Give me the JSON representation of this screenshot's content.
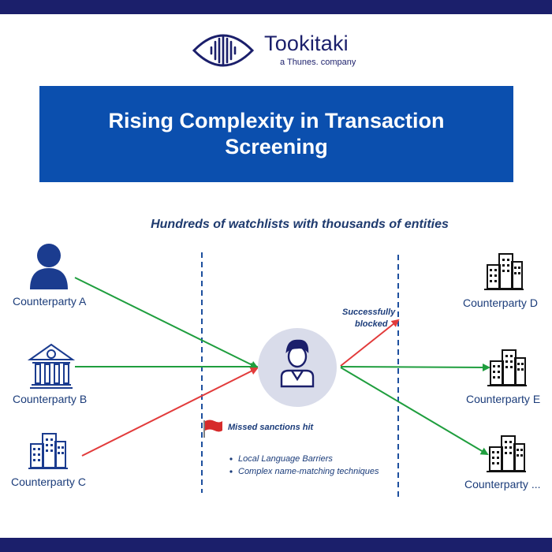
{
  "brand": {
    "name": "Tookitaki",
    "tagline": "a Thunes. company"
  },
  "title": "Rising Complexity in Transaction Screening",
  "subtitle": "Hundreds of watchlists with thousands of entities",
  "counterparties": {
    "a": "Counterparty A",
    "b": "Counterparty B",
    "c": "Counterparty C",
    "d": "Counterparty D",
    "e": "Counterparty E",
    "f": "Counterparty ..."
  },
  "notes": {
    "blocked_line1": "Successfully",
    "blocked_line2": "blocked",
    "missed": "Missed sanctions hit",
    "bullets": [
      "Local Language Barriers",
      "Complex name-matching techniques"
    ]
  },
  "colors": {
    "brand_navy": "#1b1f6b",
    "title_blue": "#0b4fae",
    "green_arrow": "#1f9e3e",
    "red_arrow": "#e23b3b",
    "dashed_line": "#1d4f9e",
    "flag": "#d62b2b"
  }
}
